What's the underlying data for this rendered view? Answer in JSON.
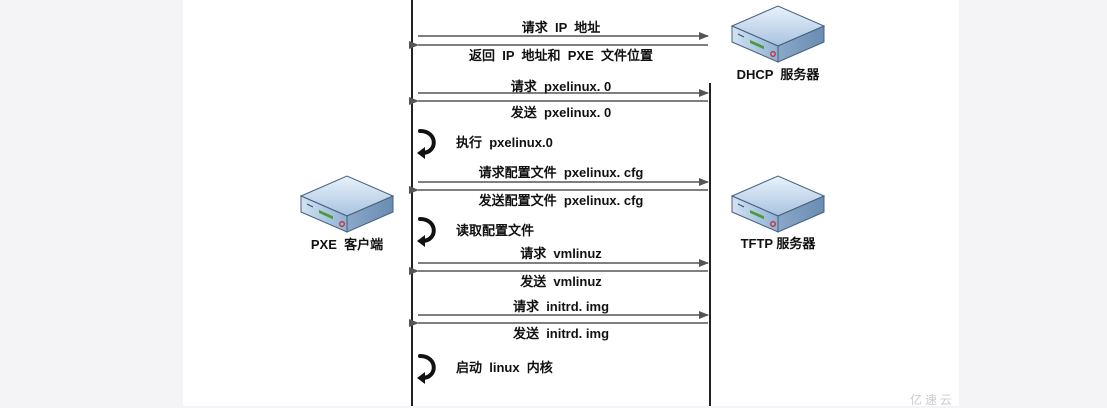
{
  "nodes": {
    "client": "PXE  客户端",
    "dhcp": "DHCP  服务器",
    "tftp": "TFTP 服务器"
  },
  "messages": [
    {
      "text": "请求  IP  地址",
      "dir": "right"
    },
    {
      "text": "返回  IP  地址和  PXE  文件位置",
      "dir": "left"
    },
    {
      "text": "请求  pxelinux. 0",
      "dir": "right"
    },
    {
      "text": "发送  pxelinux. 0",
      "dir": "left"
    },
    {
      "text": "执行  pxelinux.0",
      "dir": "self"
    },
    {
      "text": "请求配置文件  pxelinux. cfg",
      "dir": "right"
    },
    {
      "text": "发送配置文件  pxelinux. cfg",
      "dir": "left"
    },
    {
      "text": "读取配置文件",
      "dir": "self"
    },
    {
      "text": "请求  vmlinuz",
      "dir": "right"
    },
    {
      "text": "发送  vmlinuz",
      "dir": "left"
    },
    {
      "text": "请求  initrd. img",
      "dir": "right"
    },
    {
      "text": "发送  initrd. img",
      "dir": "left"
    },
    {
      "text": "启动  linux  内核",
      "dir": "self"
    }
  ],
  "watermark": "亿速云"
}
